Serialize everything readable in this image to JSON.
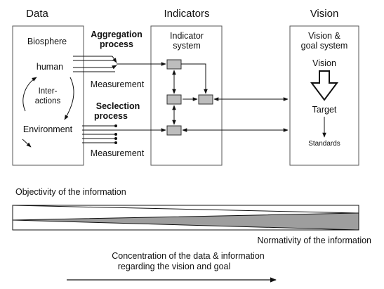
{
  "headers": {
    "data": "Data",
    "indicators": "Indicators",
    "vision": "Vision"
  },
  "data_panel": {
    "biosphere": "Biosphere",
    "human": "human",
    "interactions_1": "Inter-",
    "interactions_2": "actions",
    "environment": "Environment"
  },
  "middle_labels": {
    "aggregation_1": "Aggregation",
    "aggregation_2": "process",
    "measurement_top": "Measurement",
    "selection_1": "Seclection",
    "selection_2": "process",
    "measurement_bottom": "Measurement"
  },
  "indicators_panel": {
    "title_1": "Indicator",
    "title_2": "system"
  },
  "vision_panel": {
    "title_1": "Vision &",
    "title_2": "goal system",
    "vision": "Vision",
    "target": "Target",
    "standards": "Standards"
  },
  "bottom": {
    "objectivity": "Objectivity of the information",
    "normativity": "Normativity of the information",
    "concentration_1": "Concentration of the data & information",
    "concentration_2": "regarding the vision and goal"
  },
  "colors": {
    "node_fill": "#bdbdbd",
    "wedge_fill": "#9e9e9e",
    "panel_stroke": "#555555"
  }
}
